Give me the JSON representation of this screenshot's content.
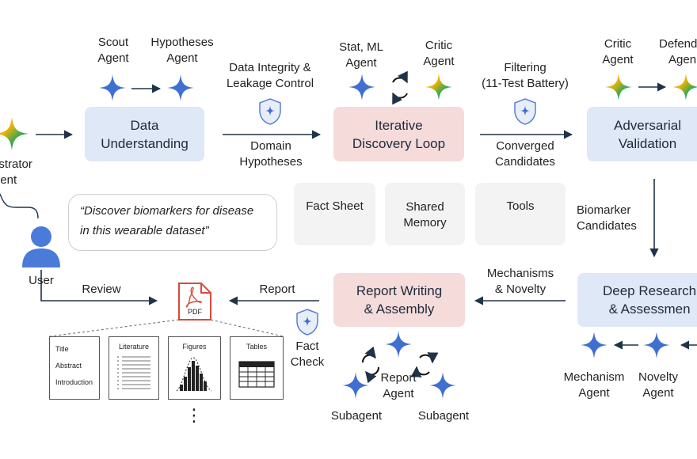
{
  "agents": {
    "orchestrator": [
      "estrator",
      "gent"
    ],
    "scout": [
      "Scout",
      "Agent"
    ],
    "hypotheses": [
      "Hypotheses",
      "Agent"
    ],
    "stat_ml": [
      "Stat, ML",
      "Agent"
    ],
    "critic1": [
      "Critic",
      "Agent"
    ],
    "critic2": [
      "Critic",
      "Agent"
    ],
    "defender": [
      "Defend",
      "Agen"
    ],
    "mechanism": [
      "Mechanism",
      "Agent"
    ],
    "novelty": [
      "Novelty",
      "Agent"
    ],
    "report": [
      "Report",
      "Agent"
    ],
    "subagent": "Subagent"
  },
  "stages": {
    "data_understanding": [
      "Data",
      "Understanding"
    ],
    "iterative_discovery": [
      "Iterative",
      "Discovery Loop"
    ],
    "adversarial_validation": [
      "Adversarial",
      "Validation"
    ],
    "deep_research": [
      "Deep Research",
      "& Assessmen"
    ],
    "report_writing": [
      "Report Writing",
      "& Assembly"
    ]
  },
  "edges": {
    "data_integrity": [
      "Data Integrity &",
      "Leakage Control"
    ],
    "domain_hypotheses": [
      "Domain",
      "Hypotheses"
    ],
    "filtering": [
      "Filtering",
      "(11-Test Battery)"
    ],
    "converged": [
      "Converged",
      "Candidates"
    ],
    "biomarker": [
      "Biomarker",
      "Candidates"
    ],
    "mechanisms": [
      "Mechanisms",
      "& Novelty"
    ],
    "report": "Report",
    "review": "Review",
    "fact_check": [
      "Fact",
      "Check"
    ]
  },
  "shared": {
    "fact_sheet": "Fact Sheet",
    "shared_memory": [
      "Shared",
      "Memory"
    ],
    "tools": "Tools"
  },
  "user": {
    "label": "User",
    "prompt": [
      "“Discover biomarkers for disease",
      "in this wearable dataset”"
    ]
  },
  "pdf_label": "PDF",
  "report_sections": {
    "first": [
      "Title",
      "Abstract",
      "Introduction"
    ],
    "literature": "Literature",
    "figures": "Figures",
    "tables": "Tables"
  },
  "ellipsis": "⋮",
  "icons": {
    "agent": "sparkle-icon",
    "shield": "shield-icon",
    "loop": "cycle-arrows-icon",
    "sheet": "spreadsheet-icon",
    "web": "globe-icon",
    "code": "code-icon",
    "doc": "document-icon",
    "user": "person-icon",
    "pdf": "pdf-icon"
  },
  "colors": {
    "stage_blue": "#dfe8f6",
    "stage_pink": "#f6dbdb",
    "agent_blue": "#3f6fcf",
    "arrow": "#1f3349",
    "pdf_red": "#d94a3a"
  }
}
